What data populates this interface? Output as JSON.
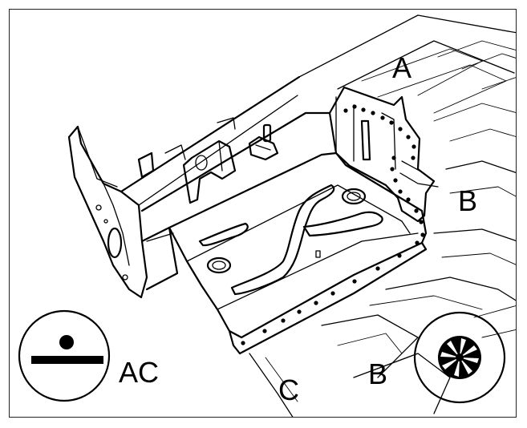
{
  "labels": {
    "a": "A",
    "b_right": "B",
    "b_bottom": "B",
    "c": "C",
    "ac": "AC"
  },
  "icons": {
    "left": "level-position-icon",
    "right": "spot-weld-cutter-icon"
  }
}
